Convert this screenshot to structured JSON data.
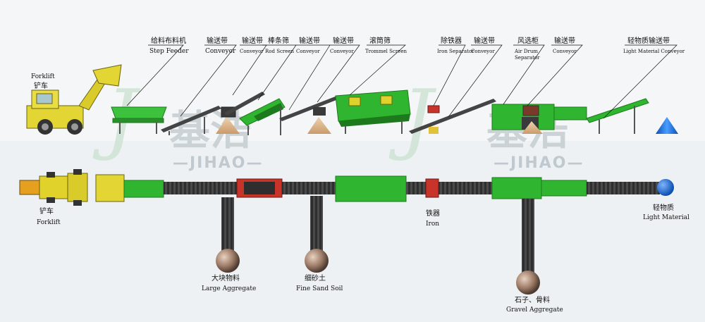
{
  "watermark": {
    "brand_cn": "基浩",
    "brand_en": "—JIHAO—"
  },
  "colors": {
    "green": "#2fb52f",
    "dark_green": "#1c7a1c",
    "conveyor": "#3a3a3a",
    "sand": "#d9b48a",
    "cone_blue": "#1f6fd6",
    "forklift_yellow": "#e0d22a",
    "separator_red": "#c8342a"
  },
  "top_labels": {
    "step_feeder": {
      "zh": "给料布料机",
      "en": "Step Feeder"
    },
    "conveyor_1": {
      "zh": "输送带",
      "en": "Conveyor"
    },
    "conveyor_2": {
      "zh": "输送带",
      "en": "Conveyor"
    },
    "rod_screen": {
      "zh": "棒条筛",
      "en": "Rod Screen"
    },
    "conveyor_3": {
      "zh": "输送带",
      "en": "Conveyor"
    },
    "conveyor_4": {
      "zh": "输送带",
      "en": "Conveyor"
    },
    "trommel_screen": {
      "zh": "滚筒筛",
      "en": "Trommel Screen"
    },
    "iron_separator": {
      "zh": "除铁器",
      "en": "Iron Separator"
    },
    "conveyor_5": {
      "zh": "输送带",
      "en": "Conveyor"
    },
    "air_drum_separator": {
      "zh": "风选柜",
      "en_line1": "Air Drum",
      "en_line2": "Separator"
    },
    "conveyor_6": {
      "zh": "输送带",
      "en": "Conveyor"
    },
    "light_material_conveyor": {
      "zh": "轻物质输送带",
      "en": "Light Material Conveyor"
    }
  },
  "forklift_top": {
    "en": "Forklift",
    "zh": "铲车"
  },
  "bottom_labels": {
    "forklift": {
      "zh": "铲车",
      "en": "Forklift"
    },
    "iron": {
      "zh": "铁器",
      "en": "Iron"
    },
    "light_material": {
      "zh": "轻物质",
      "en": "Light Material"
    },
    "large_aggregate": {
      "zh": "大块物料",
      "en": "Large Aggregate"
    },
    "fine_sand_soil": {
      "zh": "细砂土",
      "en": "Fine Sand Soil"
    },
    "gravel_aggregate": {
      "zh": "石子、骨料",
      "en": "Gravel Aggregate"
    }
  }
}
